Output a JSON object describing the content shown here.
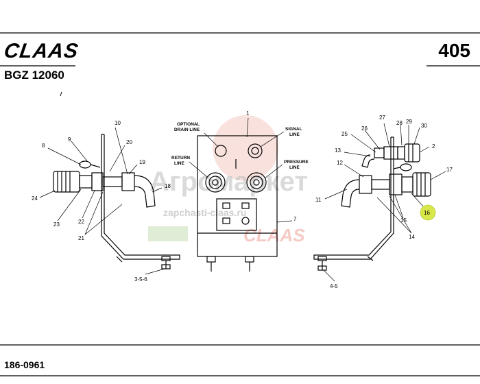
{
  "header": {
    "brand": "CLAAS",
    "page_number": "405",
    "model": "BGZ 12060"
  },
  "footer": {
    "doc_number": "186-0961"
  },
  "labels": {
    "optional_drain_line": [
      "OPTIONAL",
      "DRAIN LINE"
    ],
    "signal_line": [
      "SIGNAL",
      "LINE"
    ],
    "return_line": [
      "RETURN",
      "LINE"
    ],
    "pressure_line": [
      "PRESSURE",
      "LINE"
    ]
  },
  "callouts": {
    "c1": "1",
    "c2": "2",
    "c3": "3-5-6",
    "c4": "4-5",
    "c7": "7",
    "c8": "8",
    "c9": "9",
    "c10": "10",
    "c11": "11",
    "c12": "12",
    "c13": "13",
    "c14": "14",
    "c15": "15",
    "c16": "16",
    "c17": "17",
    "c18": "18",
    "c19": "19",
    "c20": "20",
    "c21": "21",
    "c22": "22",
    "c23": "23",
    "c24": "24",
    "c25": "25",
    "c26": "26",
    "c27": "27",
    "c28": "28",
    "c29": "29",
    "c30": "30"
  },
  "watermark": {
    "name": "Агромаркет",
    "url": "zapchasti-claas.ru",
    "brand": "CLAAS"
  },
  "highlight_color": "#d8e84a"
}
